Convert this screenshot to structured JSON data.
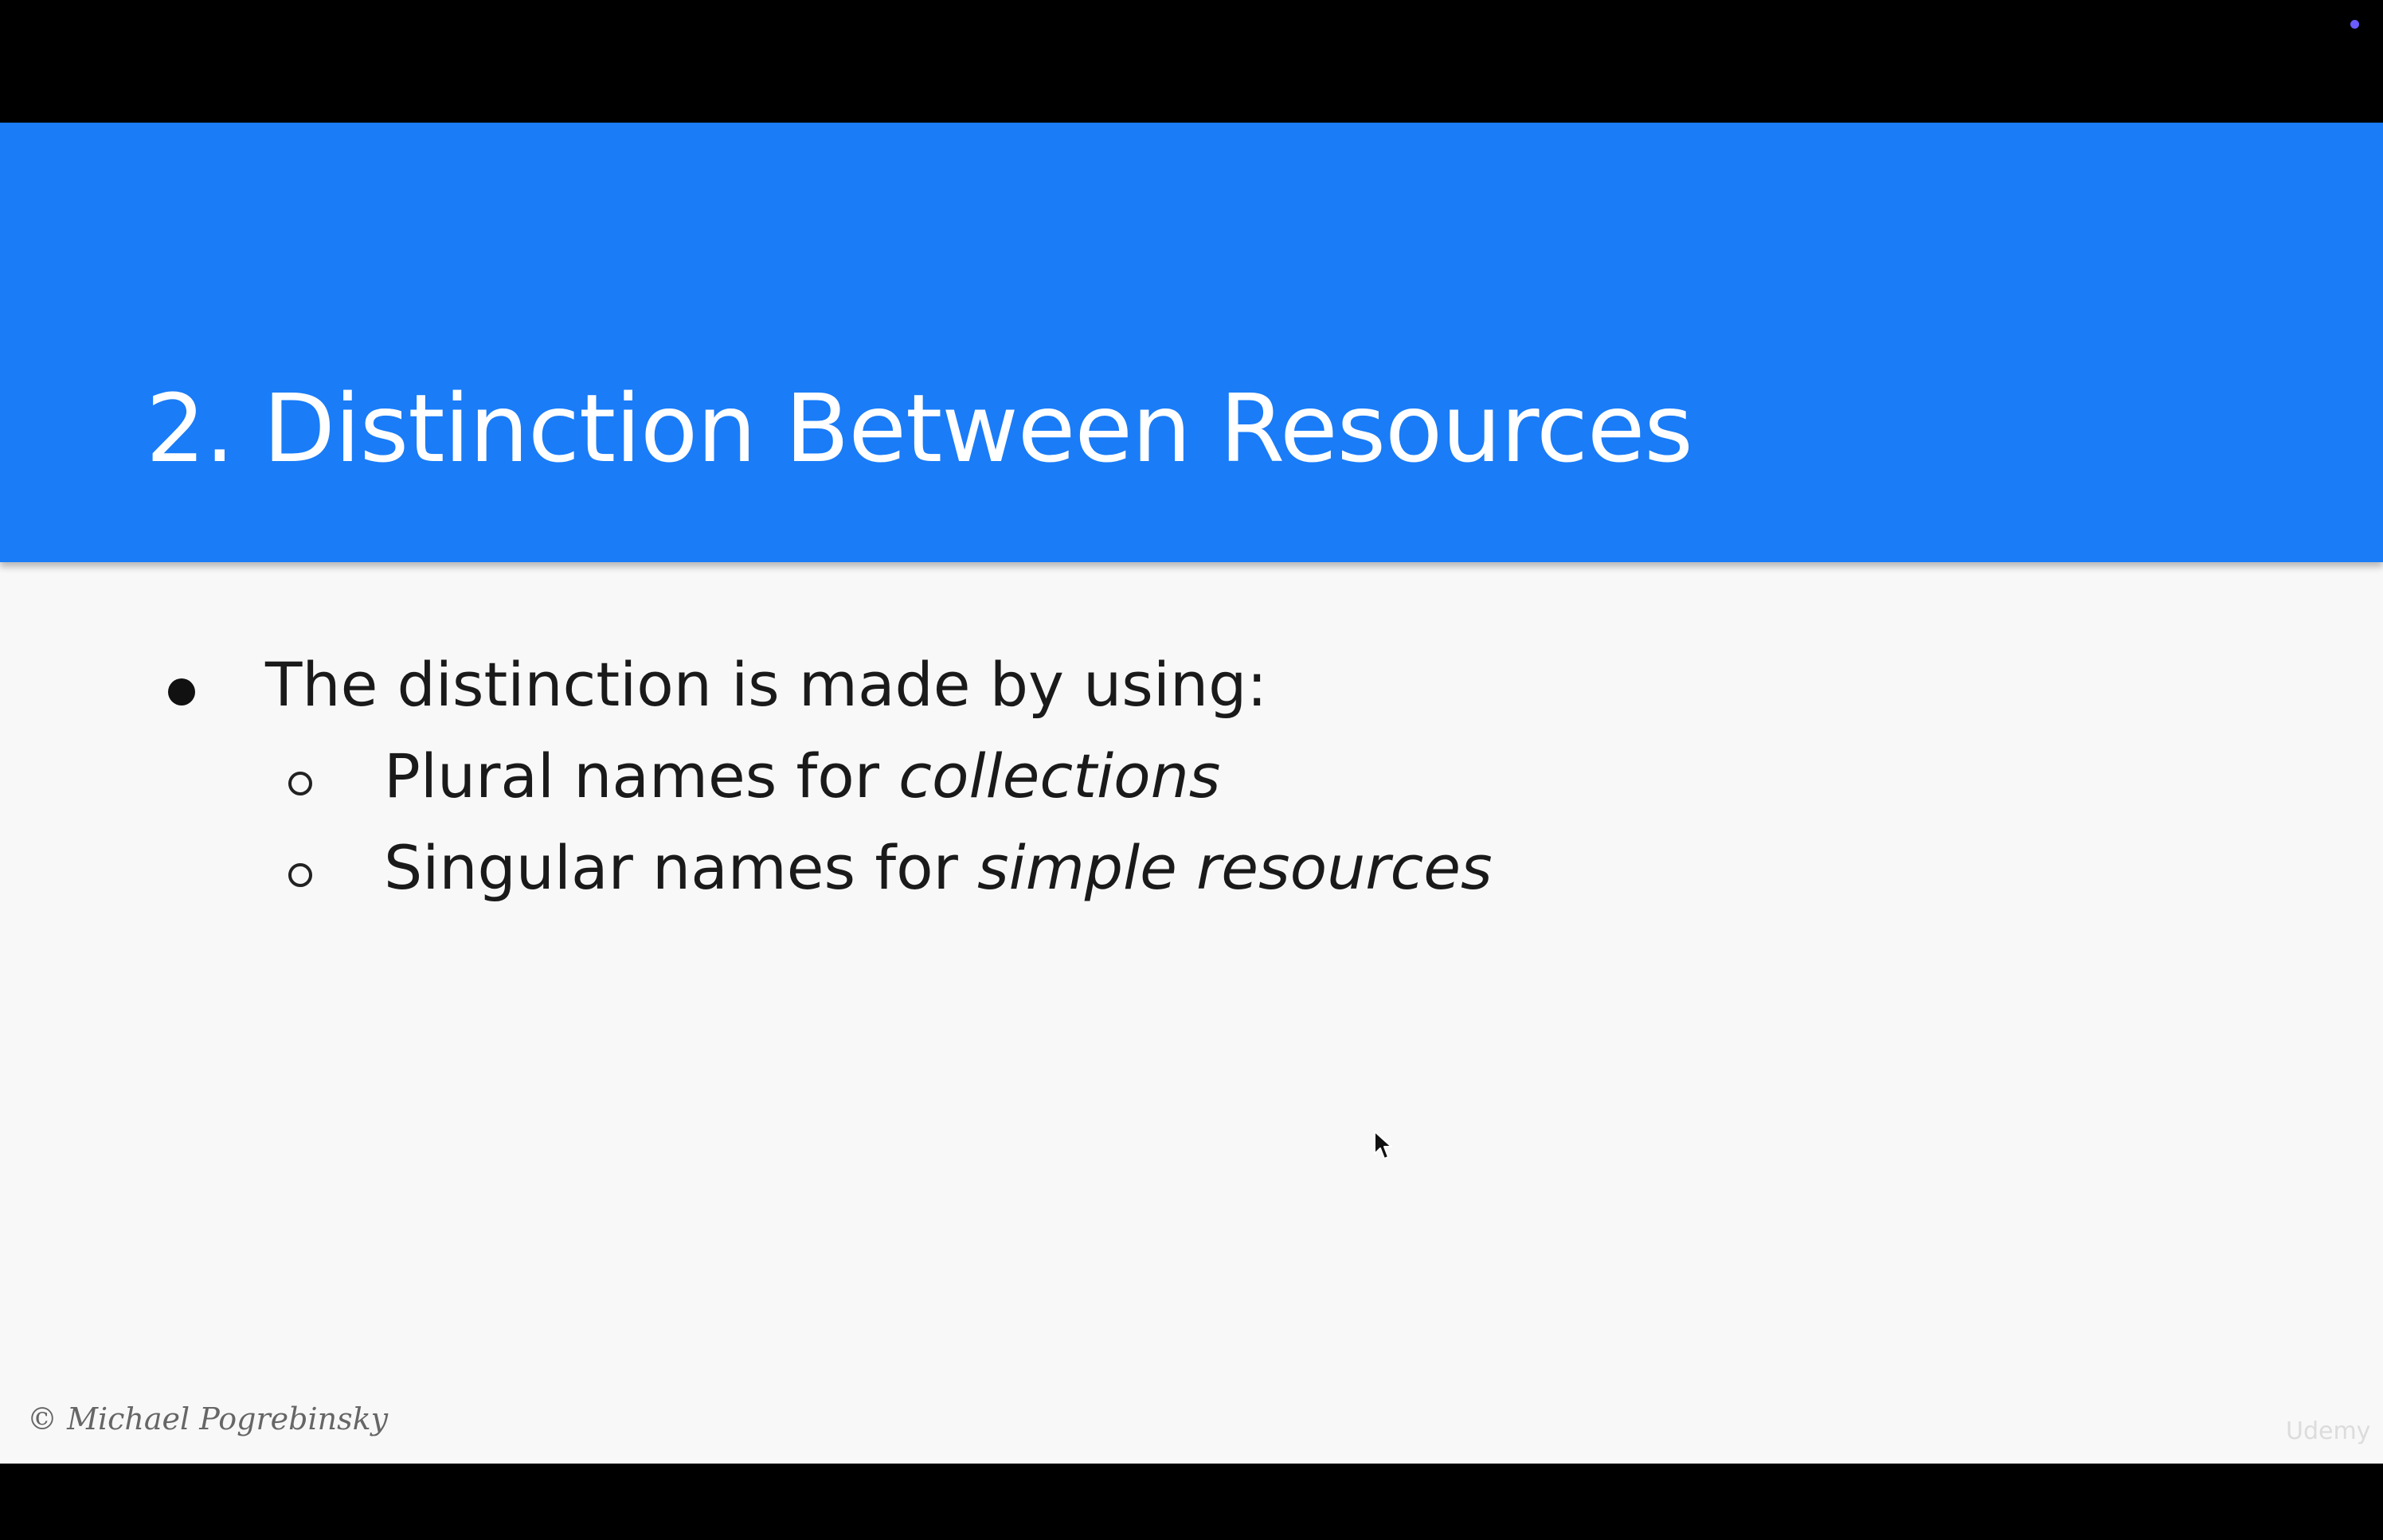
{
  "slide": {
    "title": "2. Distinction Between Resources",
    "bullets": {
      "main": "The distinction is made by using:",
      "sub": [
        {
          "prefix": "Plural names for ",
          "emphasis": "collections"
        },
        {
          "prefix": "Singular names for ",
          "emphasis": "simple resources"
        }
      ]
    },
    "copyright": "© Michael Pogrebinsky",
    "watermark": "Udemy"
  },
  "colors": {
    "header_band": "#1a7cf7",
    "slide_background": "#f8f8f8",
    "letterbox": "#000000",
    "title_text": "#ffffff",
    "body_text": "#1a1a1a"
  },
  "icons": {
    "main_bullet": "filled-circle-bullet",
    "sub_bullet": "hollow-circle-bullet",
    "pointer": "mouse-cursor-arrow"
  }
}
